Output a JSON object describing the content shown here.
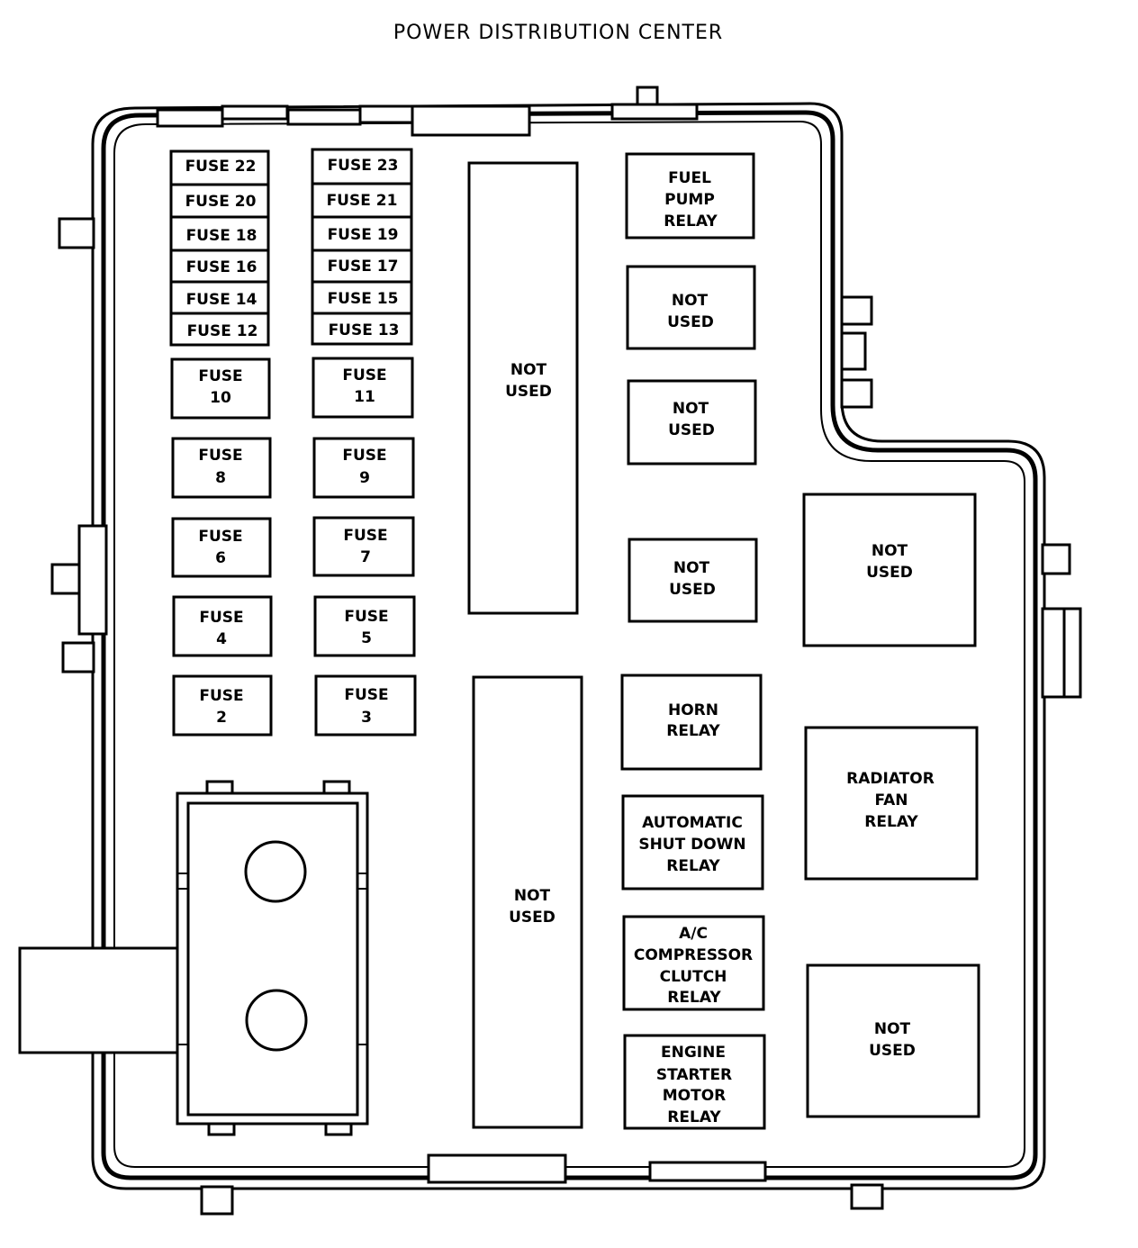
{
  "title": "POWER DISTRIBUTION CENTER",
  "small_fuse_column_left": [
    {
      "label": "FUSE 22"
    },
    {
      "label": "FUSE 20"
    },
    {
      "label": "FUSE 18"
    },
    {
      "label": "FUSE 16"
    },
    {
      "label": "FUSE 14"
    },
    {
      "label": "FUSE 12"
    }
  ],
  "small_fuse_column_right": [
    {
      "label": "FUSE 23"
    },
    {
      "label": "FUSE 21"
    },
    {
      "label": "FUSE 19"
    },
    {
      "label": "FUSE 17"
    },
    {
      "label": "FUSE 15"
    },
    {
      "label": "FUSE 13"
    }
  ],
  "large_fuses_left": [
    {
      "line1": "FUSE",
      "line2": "10"
    },
    {
      "line1": "FUSE",
      "line2": "8"
    },
    {
      "line1": "FUSE",
      "line2": "6"
    },
    {
      "line1": "FUSE",
      "line2": "4"
    },
    {
      "line1": "FUSE",
      "line2": "2"
    }
  ],
  "large_fuses_right": [
    {
      "line1": "FUSE",
      "line2": "11"
    },
    {
      "line1": "FUSE",
      "line2": "9"
    },
    {
      "line1": "FUSE",
      "line2": "7"
    },
    {
      "line1": "FUSE",
      "line2": "5"
    },
    {
      "line1": "FUSE",
      "line2": "3"
    }
  ],
  "center_slots": [
    {
      "line1": "NOT",
      "line2": "USED"
    },
    {
      "line1": "NOT",
      "line2": "USED"
    }
  ],
  "relays_column": {
    "fuel_pump": {
      "line1": "FUEL",
      "line2": "PUMP",
      "line3": "RELAY"
    },
    "not_used_1": {
      "line1": "NOT",
      "line2": "USED"
    },
    "not_used_2": {
      "line1": "NOT",
      "line2": "USED"
    },
    "not_used_3": {
      "line1": "NOT",
      "line2": "USED"
    },
    "horn": {
      "line1": "HORN",
      "line2": "RELAY"
    },
    "asd": {
      "line1": "AUTOMATIC",
      "line2": "SHUT DOWN",
      "line3": "RELAY"
    },
    "ac_clutch": {
      "line1": "A/C",
      "line2": "COMPRESSOR",
      "line3": "CLUTCH",
      "line4": "RELAY"
    },
    "starter": {
      "line1": "ENGINE",
      "line2": "STARTER",
      "line3": "MOTOR",
      "line4": "RELAY"
    }
  },
  "right_relays": {
    "not_used_top": {
      "line1": "NOT",
      "line2": "USED"
    },
    "radiator_fan": {
      "line1": "RADIATOR",
      "line2": "FAN",
      "line3": "RELAY"
    },
    "not_used_bottom": {
      "line1": "NOT",
      "line2": "USED"
    }
  }
}
